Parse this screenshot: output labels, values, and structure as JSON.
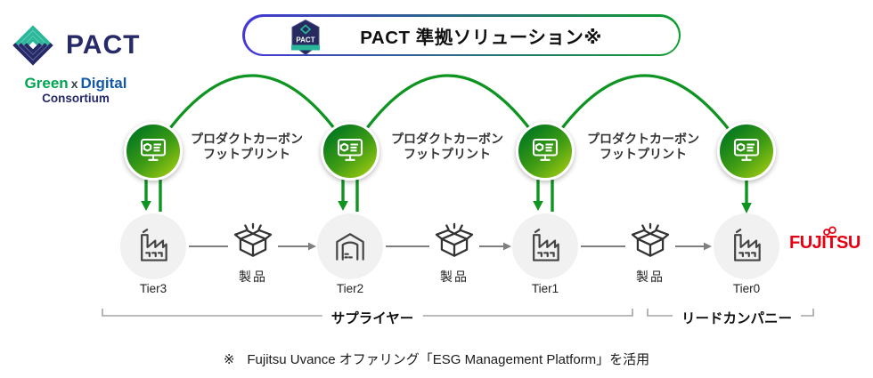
{
  "header_logo": {
    "brand": "PACT",
    "line2_green": "Green",
    "line2_x": "x",
    "line2_digital": "Digital",
    "line3": "Consortium"
  },
  "banner": {
    "title": "PACT 準拠ソリューション※",
    "badge_label": "PACT"
  },
  "pcf_labels": [
    {
      "line1": "プロダクトカーボン",
      "line2": "フットプリント"
    },
    {
      "line1": "プロダクトカーボン",
      "line2": "フットプリント"
    },
    {
      "line1": "プロダクトカーボン",
      "line2": "フットプリント"
    }
  ],
  "nodes": [
    {
      "tier": "Tier3"
    },
    {
      "tier": "Tier2"
    },
    {
      "tier": "Tier1"
    },
    {
      "tier": "Tier0"
    }
  ],
  "products": [
    {
      "label": "製品"
    },
    {
      "label": "製品"
    },
    {
      "label": "製品"
    }
  ],
  "brackets": {
    "supplier": "サプライヤー",
    "lead_company": "リードカンパニー"
  },
  "partner_logo": {
    "label": "FUJITSU"
  },
  "footnote": {
    "marker": "※",
    "text": "Fujitsu Uvance オファリング「ESG Management Platform」を活用"
  },
  "colors": {
    "green": "#0e9420",
    "circle_gradient_start": "#067a1f",
    "circle_gradient_end": "#9dc912",
    "fujitsu_red": "#e60012",
    "pact_navy": "#262a68",
    "pact_teal": "#2ab79a",
    "digital_blue": "#155aa8",
    "green_text": "#00a551",
    "pill_border_left": "#4538d6",
    "pill_border_right": "#0f9e2e",
    "tier_circle_gray": "#f1f1f2",
    "connector_gray": "#7f7f7f"
  }
}
